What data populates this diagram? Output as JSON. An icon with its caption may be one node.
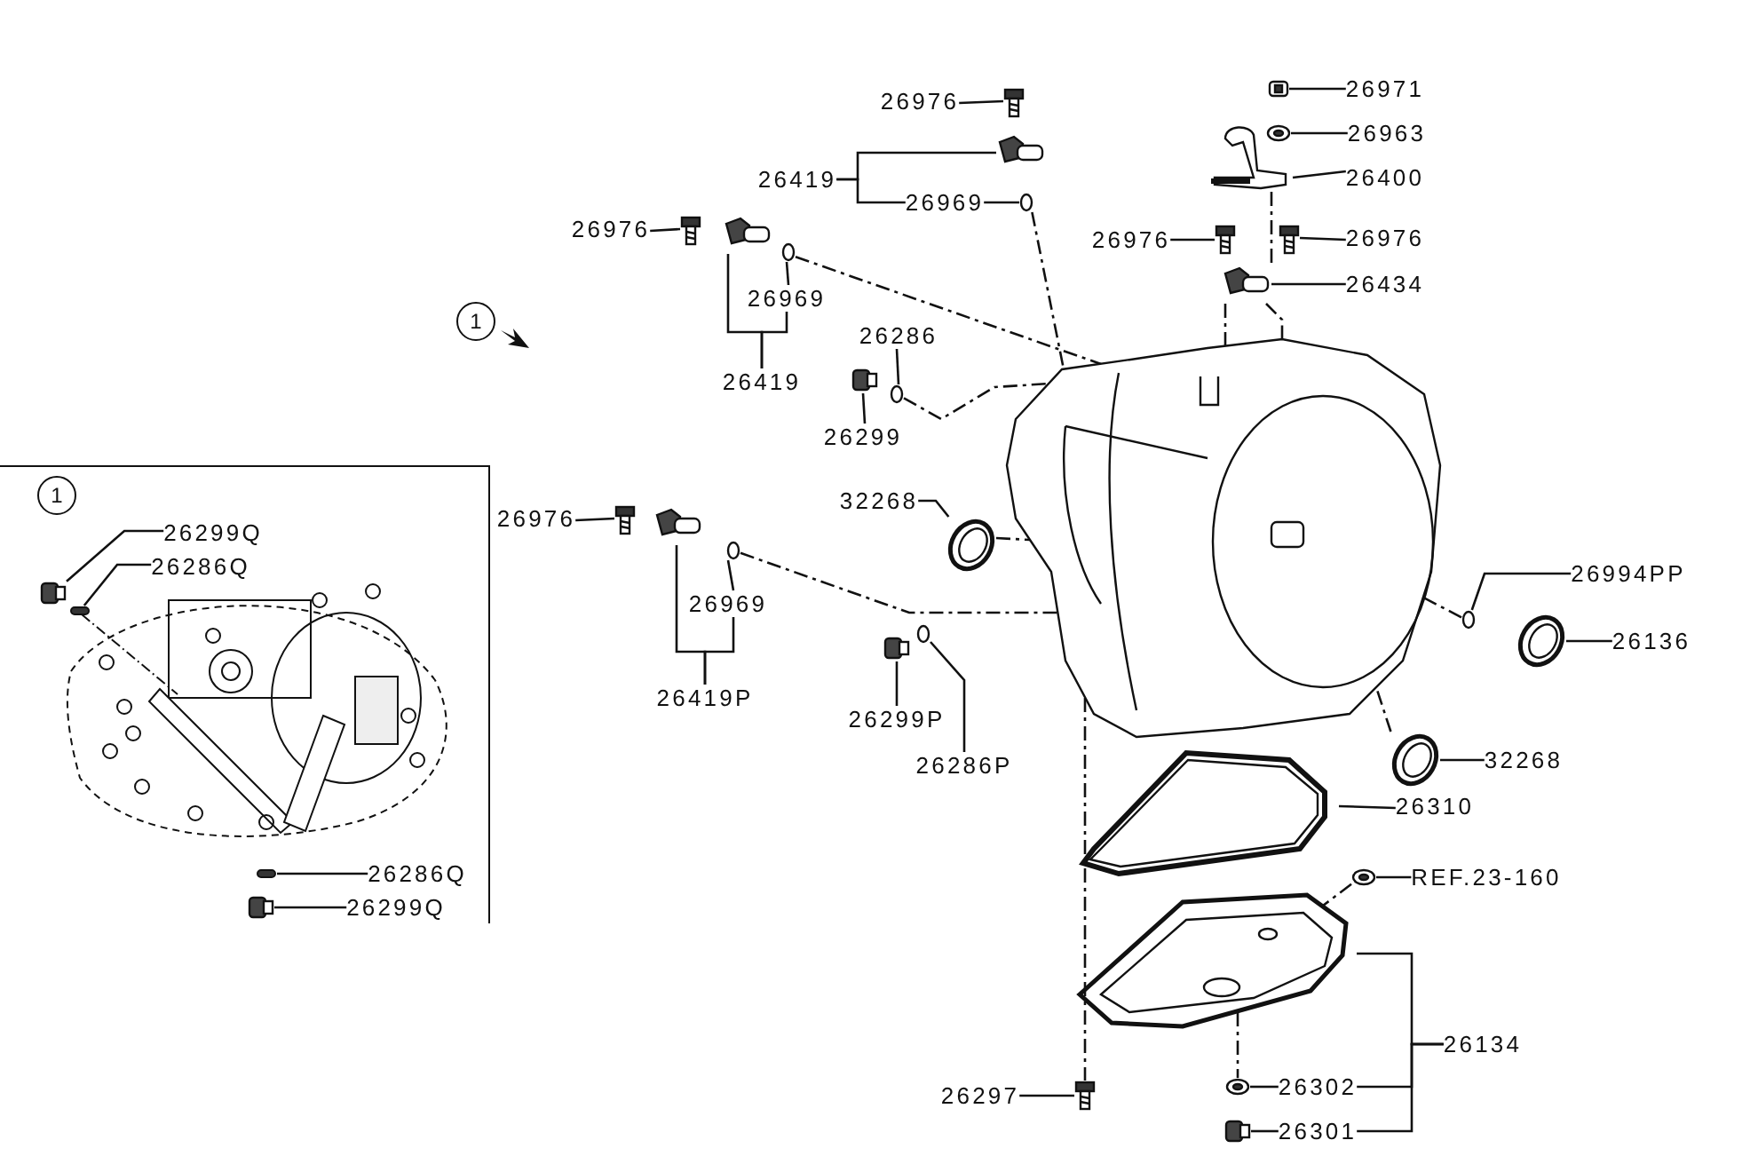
{
  "diagram": {
    "nodes": [
      {
        "text": [
          "26976"
        ]
      },
      {
        "text": [],
        "shape": "bolt"
      },
      {
        "text": [
          "26419"
        ]
      },
      {
        "text": [],
        "shape": "sensor"
      },
      {
        "text": [
          "26969"
        ]
      },
      {
        "text": [],
        "shape": "ring"
      },
      {
        "text": [
          "26976"
        ]
      },
      {
        "text": [],
        "shape": "bolt"
      },
      {
        "text": [],
        "shape": "sensor"
      },
      {
        "text": [],
        "shape": "ring"
      },
      {
        "text": [
          "26969"
        ]
      },
      {
        "text": [
          "26419"
        ]
      },
      {
        "text": [
          "1"
        ]
      },
      {
        "text": [
          "26286"
        ]
      },
      {
        "text": [],
        "shape": "ring"
      },
      {
        "text": [],
        "shape": "plug"
      },
      {
        "text": [
          "26299"
        ]
      },
      {
        "text": [],
        "shape": "nut"
      },
      {
        "text": [
          "26971"
        ]
      },
      {
        "text": [],
        "shape": "washer"
      },
      {
        "text": [
          "26963"
        ]
      },
      {
        "text": [],
        "shape": "bracket"
      },
      {
        "text": [
          "26400"
        ]
      },
      {
        "text": [
          "26976"
        ]
      },
      {
        "text": [],
        "shape": "bolt"
      },
      {
        "text": [],
        "shape": "bolt"
      },
      {
        "text": [
          "26976"
        ]
      },
      {
        "text": [],
        "shape": "sensor"
      },
      {
        "text": [
          "26434"
        ]
      },
      {
        "text": [],
        "shape": "box"
      },
      {
        "text": [
          "1"
        ],
        "in": 29
      },
      {
        "text": [
          "26299Q"
        ],
        "in": 29
      },
      {
        "text": [
          "26286Q"
        ],
        "in": 29
      },
      {
        "text": [],
        "shape": "plug",
        "in": 29
      },
      {
        "text": [],
        "shape": "pin",
        "in": 29
      },
      {
        "text": [],
        "shape": "pin",
        "in": 29
      },
      {
        "text": [
          "26286Q"
        ],
        "in": 29
      },
      {
        "text": [],
        "shape": "plug",
        "in": 29
      },
      {
        "text": [
          "26299Q"
        ],
        "in": 29
      },
      {
        "text": [
          "26976"
        ]
      },
      {
        "text": [],
        "shape": "bolt"
      },
      {
        "text": [],
        "shape": "sensor"
      },
      {
        "text": [],
        "shape": "ring"
      },
      {
        "text": [
          "26969"
        ]
      },
      {
        "text": [
          "26419P"
        ]
      },
      {
        "text": [
          "32268"
        ]
      },
      {
        "text": [],
        "shape": "seal"
      },
      {
        "text": [],
        "shape": "plug"
      },
      {
        "text": [],
        "shape": "ring"
      },
      {
        "text": [
          "26299P"
        ]
      },
      {
        "text": [
          "26286P"
        ]
      },
      {
        "text": [],
        "shape": "ring"
      },
      {
        "text": [
          "26994PP"
        ]
      },
      {
        "text": [],
        "shape": "seal"
      },
      {
        "text": [
          "26136"
        ]
      },
      {
        "text": [],
        "shape": "seal"
      },
      {
        "text": [
          "32268"
        ]
      },
      {
        "text": [],
        "shape": "gasket"
      },
      {
        "text": [
          "26310"
        ]
      },
      {
        "text": [],
        "shape": "washer"
      },
      {
        "text": [
          "REF.23-160"
        ]
      },
      {
        "text": [],
        "shape": "pan"
      },
      {
        "text": [
          "26134"
        ]
      },
      {
        "text": [],
        "shape": "bolt"
      },
      {
        "text": [
          "26297"
        ]
      },
      {
        "text": [],
        "shape": "washer"
      },
      {
        "text": [
          "26302"
        ]
      },
      {
        "text": [],
        "shape": "plug"
      },
      {
        "text": [
          "26301"
        ]
      },
      {
        "text": [],
        "shape": "picture"
      }
    ],
    "edges": [
      {
        "from": 0,
        "to": 1,
        "arrow": "none"
      },
      {
        "from": 2,
        "to": 3,
        "arrow": "none"
      },
      {
        "from": 2,
        "to": 4,
        "arrow": "none"
      },
      {
        "from": 4,
        "to": 5,
        "arrow": "none"
      },
      {
        "from": 6,
        "to": 7,
        "arrow": "none"
      },
      {
        "from": 10,
        "to": 9,
        "arrow": "none"
      },
      {
        "from": 11,
        "to": 8,
        "arrow": "none"
      },
      {
        "from": 11,
        "to": 10,
        "arrow": "none"
      },
      {
        "from": 13,
        "to": 14,
        "arrow": "none"
      },
      {
        "from": 16,
        "to": 15,
        "arrow": "none"
      },
      {
        "from": 18,
        "to": 17,
        "arrow": "none"
      },
      {
        "from": 20,
        "to": 19,
        "arrow": "none"
      },
      {
        "from": 22,
        "to": 21,
        "arrow": "none"
      },
      {
        "from": 23,
        "to": 24,
        "arrow": "none"
      },
      {
        "from": 26,
        "to": 25,
        "arrow": "none"
      },
      {
        "from": 28,
        "to": 27,
        "arrow": "none"
      },
      {
        "from": 31,
        "to": 33,
        "arrow": "none"
      },
      {
        "from": 32,
        "to": 34,
        "arrow": "none"
      },
      {
        "from": 36,
        "to": 35,
        "arrow": "none"
      },
      {
        "from": 38,
        "to": 37,
        "arrow": "none"
      },
      {
        "from": 39,
        "to": 40,
        "arrow": "none"
      },
      {
        "from": 44,
        "to": 41,
        "arrow": "none"
      },
      {
        "from": 44,
        "to": 43,
        "arrow": "none"
      },
      {
        "from": 43,
        "to": 42,
        "arrow": "none"
      },
      {
        "from": 45,
        "to": 46,
        "arrow": "none"
      },
      {
        "from": 49,
        "to": 47,
        "arrow": "none"
      },
      {
        "from": 50,
        "to": 48,
        "arrow": "none"
      },
      {
        "from": 52,
        "to": 51,
        "arrow": "none"
      },
      {
        "from": 54,
        "to": 53,
        "arrow": "none"
      },
      {
        "from": 56,
        "to": 55,
        "arrow": "none"
      },
      {
        "from": 58,
        "to": 57,
        "arrow": "none"
      },
      {
        "from": 60,
        "to": 59,
        "arrow": "none"
      },
      {
        "from": 62,
        "to": 61,
        "arrow": "none"
      },
      {
        "from": 62,
        "to": 66,
        "arrow": "none"
      },
      {
        "from": 62,
        "to": 68,
        "arrow": "none"
      },
      {
        "from": 66,
        "to": 65,
        "arrow": "none"
      },
      {
        "from": 68,
        "to": 67,
        "arrow": "none"
      },
      {
        "from": 64,
        "to": 63,
        "arrow": "none"
      },
      {
        "from": 9,
        "to": 69,
        "arrow": "none",
        "style": "dashed"
      },
      {
        "from": 5,
        "to": 69,
        "arrow": "none",
        "style": "dashed"
      },
      {
        "from": 14,
        "to": 69,
        "arrow": "none",
        "style": "dashed"
      },
      {
        "from": 42,
        "to": 69,
        "arrow": "none",
        "style": "dashed"
      },
      {
        "from": 46,
        "to": 69,
        "arrow": "none",
        "style": "dashed"
      },
      {
        "from": 51,
        "to": 69,
        "arrow": "none",
        "style": "dashed"
      },
      {
        "from": 55,
        "to": 69,
        "arrow": "none",
        "style": "dashed"
      },
      {
        "from": 69,
        "to": 63,
        "arrow": "none",
        "style": "dashed"
      },
      {
        "from": 21,
        "to": 27,
        "arrow": "none",
        "style": "dashed"
      },
      {
        "from": 27,
        "to": 69,
        "arrow": "none",
        "style": "dashed"
      },
      {
        "from": 27,
        "to": 69,
        "arrow": "none",
        "style": "dashed"
      },
      {
        "from": 59,
        "to": 61,
        "arrow": "none",
        "style": "dashed"
      },
      {
        "from": 61,
        "to": 65,
        "arrow": "none",
        "style": "dashed"
      }
    ]
  }
}
